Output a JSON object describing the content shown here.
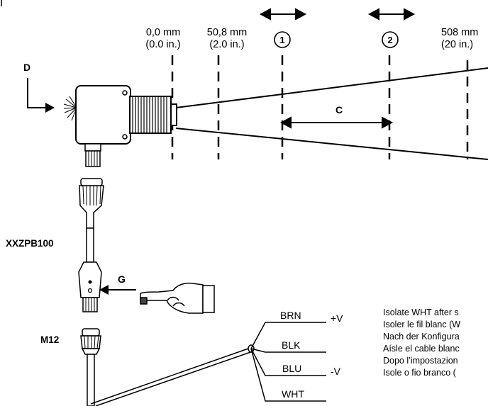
{
  "positions": [
    {
      "metric": "0,0 mm",
      "imperial": "(0.0 in.)"
    },
    {
      "metric": "50,8 mm",
      "imperial": "(2.0 in.)"
    },
    {
      "metric": "508 mm",
      "imperial": "(20 in.)"
    }
  ],
  "markers": [
    "1",
    "2"
  ],
  "labels": {
    "d": "D",
    "c": "C",
    "g": "G"
  },
  "cable_labels": {
    "cable": "XXZPB100",
    "connector": "M12"
  },
  "wires": [
    {
      "color": "BRN",
      "signal": "+V"
    },
    {
      "color": "BLK",
      "signal": ""
    },
    {
      "color": "BLU",
      "signal": "-V"
    },
    {
      "color": "WHT",
      "signal": ""
    }
  ],
  "notes": [
    "Isolate WHT after s",
    "Isoler le fil blanc (W",
    "Nach der Konfigura",
    "Aísle el cable blanc",
    "Dopo l’impostazion",
    "Isole o fio branco ("
  ]
}
